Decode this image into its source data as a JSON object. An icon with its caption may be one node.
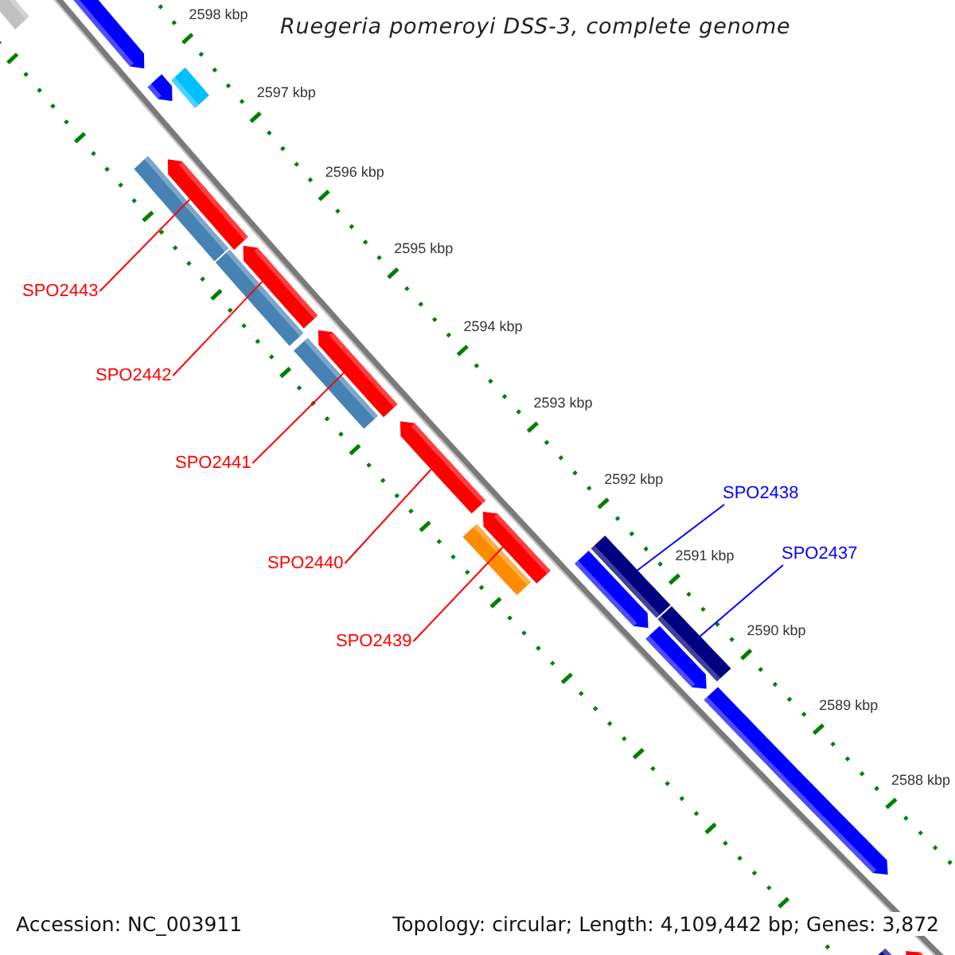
{
  "diagram": {
    "title": "Ruegeria pomeroyi DSS-3, complete genome",
    "nodes": [
      {
        "text": [
          "SPO2443"
        ]
      },
      {
        "text": [
          "SPO2442"
        ]
      },
      {
        "text": [
          "SPO2441"
        ]
      },
      {
        "text": [
          "SPO2438"
        ]
      },
      {
        "text": [
          "SPO2437"
        ]
      },
      {
        "text": [
          "SPO2440"
        ]
      },
      {
        "text": [
          "SPO2439"
        ]
      },
      {
        "text": [],
        "shape": "arrow"
      },
      {
        "text": [],
        "shape": "arrow"
      },
      {
        "text": [],
        "shape": "arrow"
      },
      {
        "text": [],
        "shape": "arrow"
      },
      {
        "text": [],
        "shape": "arrow"
      },
      {
        "text": [],
        "shape": "bar"
      },
      {
        "text": [],
        "shape": "bar"
      },
      {
        "text": [],
        "shape": "arrow"
      }
    ],
    "edges": [
      {
        "from": 0,
        "to": 7,
        "arrow": "none"
      },
      {
        "from": 1,
        "to": 8,
        "arrow": "none"
      },
      {
        "from": 2,
        "to": 9,
        "arrow": "none"
      },
      {
        "from": 5,
        "to": 10,
        "arrow": "none"
      },
      {
        "from": 6,
        "to": 11,
        "arrow": "none"
      },
      {
        "from": 3,
        "to": 12,
        "arrow": "none",
        "color": "#0000ff"
      },
      {
        "from": 4,
        "to": 13,
        "arrow": "none",
        "color": "#0000ff"
      }
    ],
    "labels": [
      "2598 kbp",
      "2597 kbp",
      "2596 kbp",
      "2595 kbp",
      "2594 kbp",
      "2593 kbp",
      "2592 kbp",
      "2591 kbp",
      "2590 kbp",
      "2589 kbp",
      "2588 kbp",
      "Accession: NC_003911",
      "Topology: circular; Length: 4,109,442 bp; Genes: 3,872"
    ]
  }
}
